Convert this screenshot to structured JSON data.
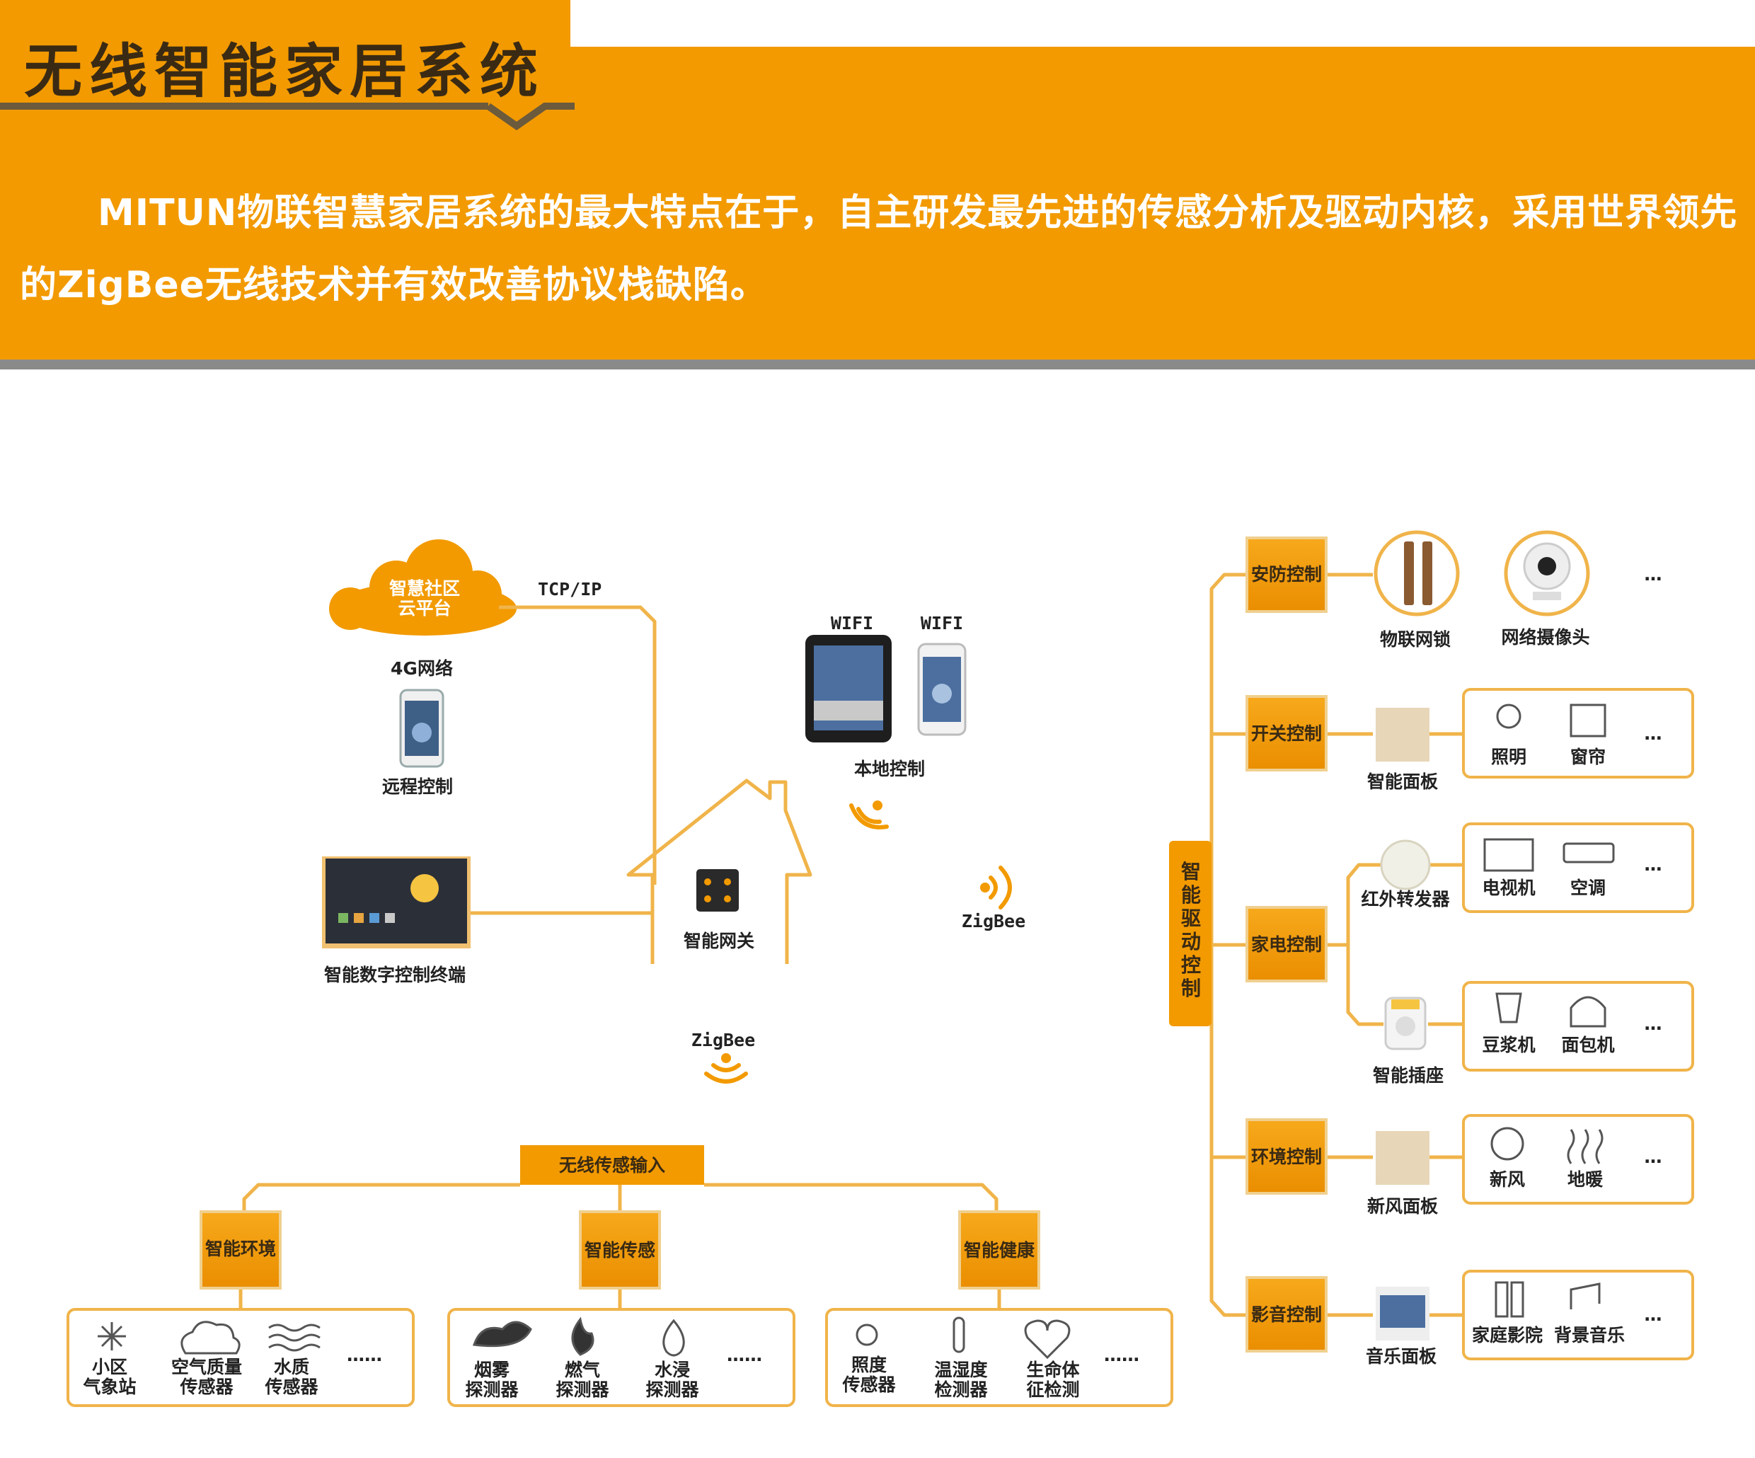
{
  "header": {
    "title": "无线智能家居系统",
    "intro": "MITUN物联智慧家居系统的最大特点在于，自主研发最先进的传感分析及驱动内核，采用世界领先的ZigBee无线技术并有效改善协议栈缺陷。"
  },
  "colors": {
    "accent": "#f29a00",
    "border": "#f0b44a",
    "dark": "#3a2a14",
    "shadow": "#8a8a8a"
  },
  "diagram": {
    "cloud": "智慧社区\n云平台",
    "tcp": "TCP/IP",
    "net4g": "4G网络",
    "remote": "远程控制",
    "wifi1": "WIFI",
    "wifi2": "WIFI",
    "local": "本地控制",
    "gateway": "智能网关",
    "terminal": "智能数字控制终端",
    "zigbee1": "ZigBee",
    "zigbee2": "ZigBee",
    "sensor_input": "无线传感输入",
    "drive": "智能驱动控制",
    "groups": {
      "env": {
        "title": "智能环境",
        "items": [
          "小区\n气象站",
          "空气质量\n传感器",
          "水质\n传感器"
        ],
        "more": "……"
      },
      "sense": {
        "title": "智能传感",
        "items": [
          "烟雾\n探测器",
          "燃气\n探测器",
          "水浸\n探测器"
        ],
        "more": "……"
      },
      "health": {
        "title": "智能健康",
        "items": [
          "照度\n传感器",
          "温湿度\n检测器",
          "生命体\n征检测"
        ],
        "more": "……"
      }
    },
    "controls": {
      "security": {
        "title": "安防控制",
        "items": [
          "物联网锁",
          "网络摄像头"
        ],
        "more": "…"
      },
      "switch": {
        "title": "开关控制",
        "device": "智能面板",
        "items": [
          "照明",
          "窗帘"
        ],
        "more": "…"
      },
      "appliance": {
        "title": "家电控制",
        "device1": "红外转发器",
        "items1": [
          "电视机",
          "空调"
        ],
        "device2": "智能插座",
        "items2": [
          "豆浆机",
          "面包机"
        ],
        "more": "…"
      },
      "environment": {
        "title": "环境控制",
        "device": "新风面板",
        "items": [
          "新风",
          "地暖"
        ],
        "more": "…"
      },
      "av": {
        "title": "影音控制",
        "device": "音乐面板",
        "items": [
          "家庭影院",
          "背景音乐"
        ],
        "more": "…"
      }
    }
  }
}
